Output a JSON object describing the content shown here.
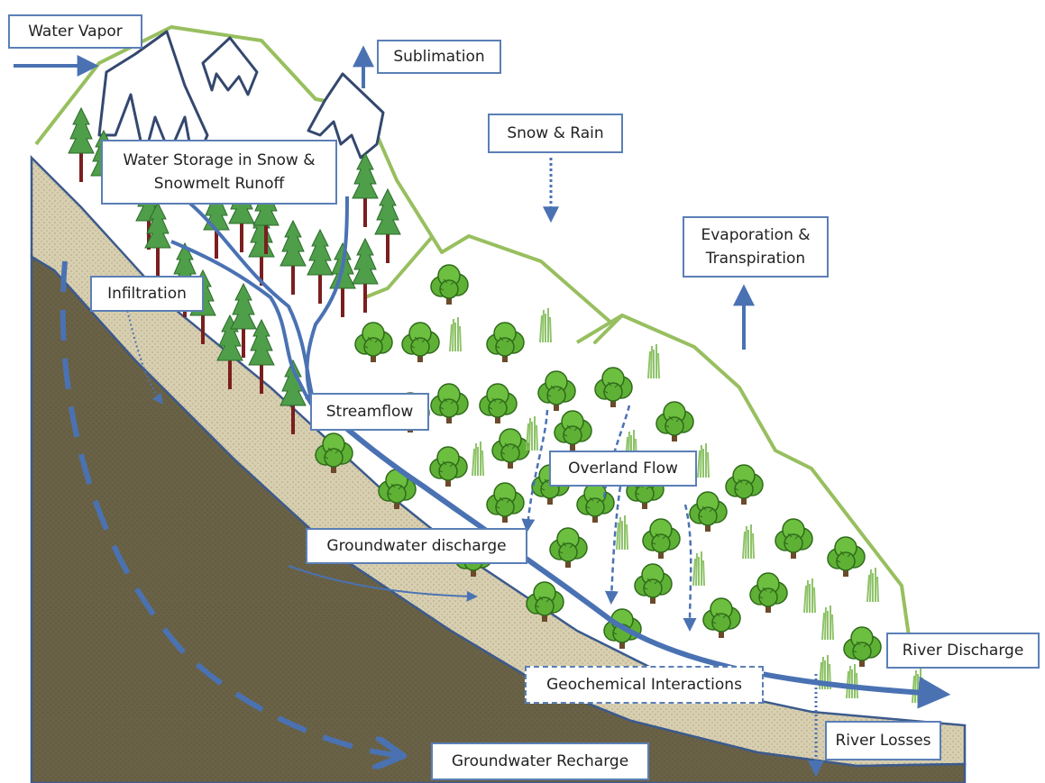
{
  "labels": {
    "water_vapor": "Water Vapor",
    "sublimation": "Sublimation",
    "snow_rain": "Snow & Rain",
    "snow_storage_line1": "Water Storage in Snow &",
    "snow_storage_line2": "Snowmelt Runoff",
    "evap_line1": "Evaporation &",
    "evap_line2": "Transpiration",
    "infiltration": "Infiltration",
    "streamflow": "Streamflow",
    "overland_flow": "Overland Flow",
    "groundwater_discharge": "Groundwater discharge",
    "river_discharge": "River Discharge",
    "geochemical": "Geochemical Interactions",
    "river_losses": "River Losses",
    "groundwater_recharge": "Groundwater Recharge"
  },
  "colors": {
    "arrow_blue": "#4a72b3",
    "label_border": "#5b7fb6",
    "ridge_green": "#98bf5f",
    "mountain_outline": "#34486e",
    "soil_light": "#d8cfb0",
    "bedrock": "#6a6246",
    "tree_green": "#5fb136",
    "tree_trunk": "#7a1f1f",
    "conifer_green": "#4f9e4a"
  }
}
